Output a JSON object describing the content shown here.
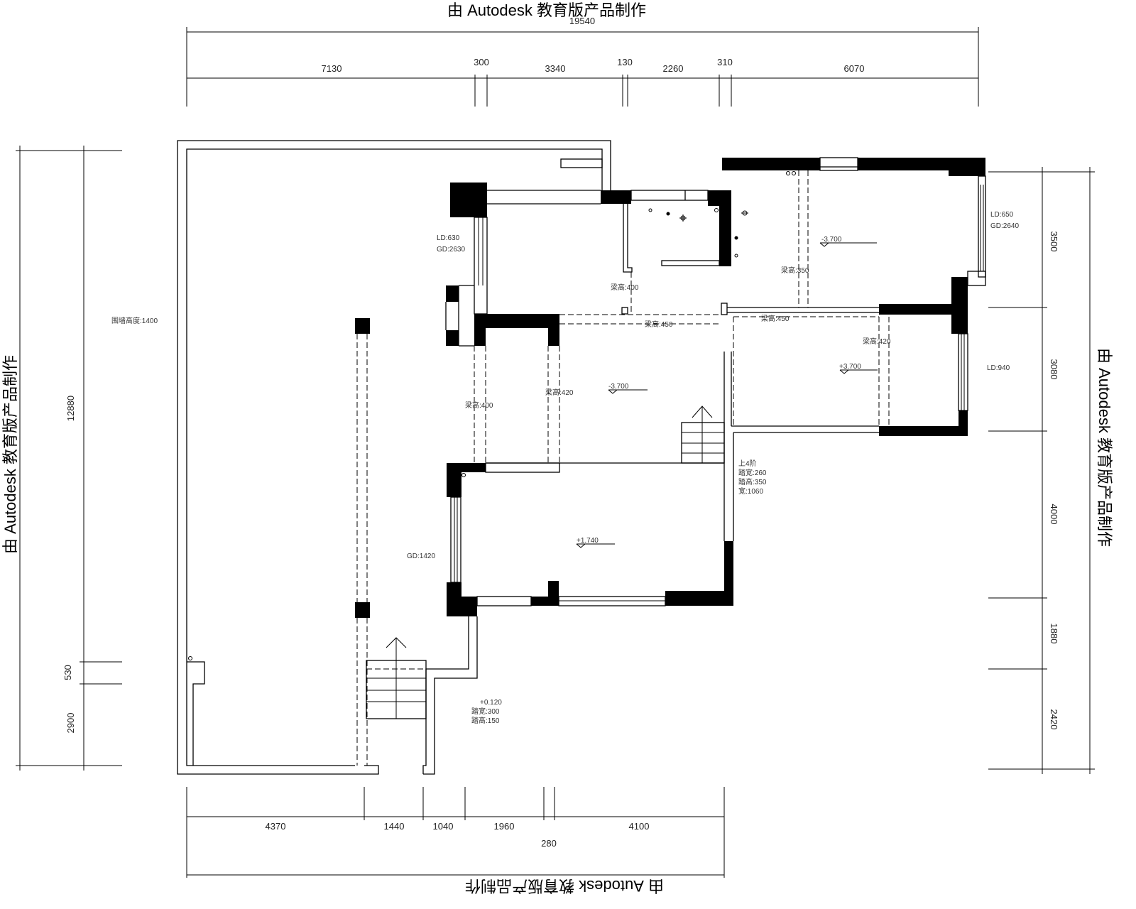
{
  "watermark": "由 Autodesk 教育版产品制作",
  "dimensions": {
    "top_total": "19540",
    "top": [
      "7130",
      "300",
      "3340",
      "130",
      "2260",
      "310",
      "6070"
    ],
    "left_total": "12880",
    "left": [
      "530",
      "2900"
    ],
    "right": [
      "3500",
      "3080",
      "4000",
      "1880",
      "2420"
    ],
    "bottom": [
      "4370",
      "1440",
      "1040",
      "1960",
      "4100"
    ],
    "bottom_extra": "280"
  },
  "labels": {
    "window_a_ld": "LD:630",
    "window_a_gd": "GD:2630",
    "beam_1": "梁高:400",
    "beam_2": "梁高:450",
    "beam_3": "梁高:350",
    "beam_4": "梁高:450",
    "beam_5": "梁高:420",
    "beam_6": "梁高:400",
    "beam_7": "梁高:420",
    "window_b_ld": "LD:650",
    "window_b_gd": "GD:2640",
    "window_c": "LD:940",
    "window_d": "GD:1420",
    "fence_height": "围墙高度:1400",
    "stair_a_1": "上4阶",
    "stair_a_2": "踏宽:260",
    "stair_a_3": "踏高:350",
    "stair_a_4": "宽:1060",
    "stair_b_1": "+0.120",
    "stair_b_2": "踏宽:300",
    "stair_b_3": "踏高:150"
  },
  "elevations": {
    "e1": "-3.700",
    "e2": "+3.700",
    "e3": "-3.700",
    "e4": "+1.740"
  }
}
